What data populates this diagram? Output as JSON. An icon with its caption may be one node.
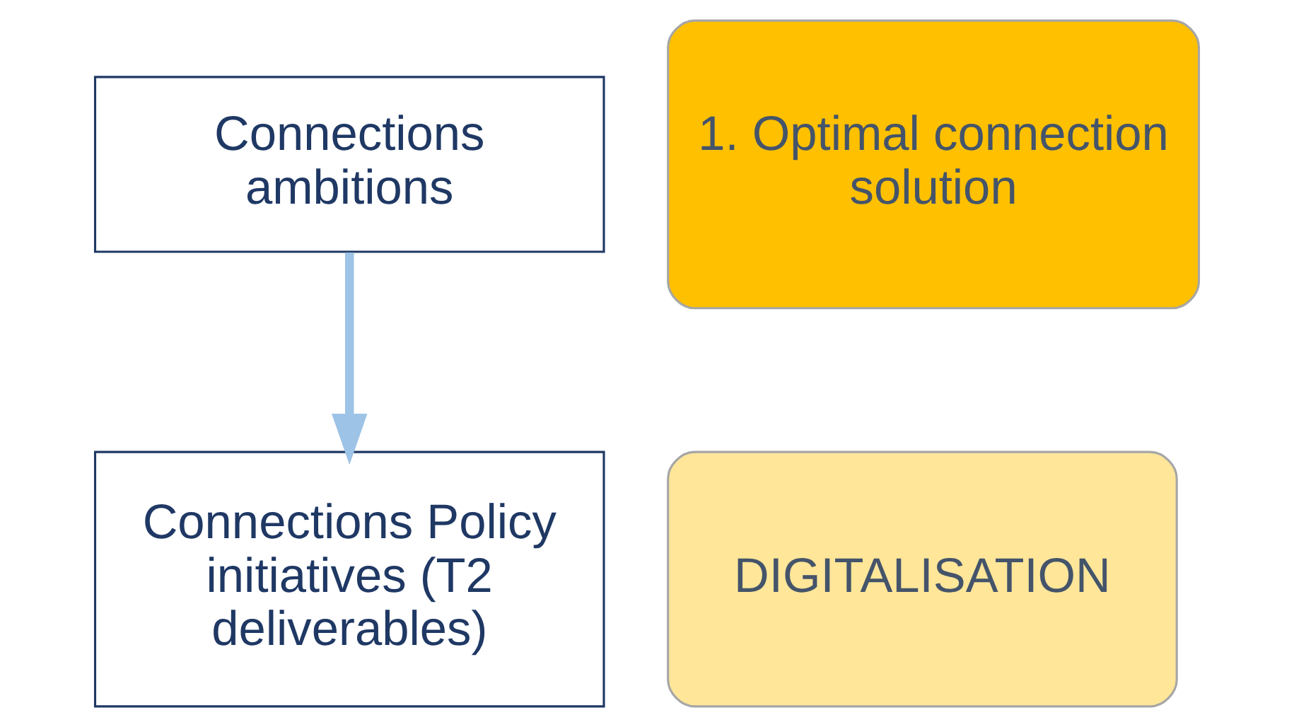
{
  "diagram": {
    "nodes": [
      {
        "text": [
          "Connections ambitions"
        ]
      },
      {
        "text": [
          "1. Optimal connection solution"
        ]
      },
      {
        "text": [
          "Connections Policy initiatives (T2 deliverables)"
        ]
      },
      {
        "text": [
          "DIGITALISATION"
        ]
      }
    ],
    "edges": [
      {
        "from": 0,
        "to": 2,
        "arrow": "to",
        "color": "#9dc3e6"
      }
    ]
  }
}
